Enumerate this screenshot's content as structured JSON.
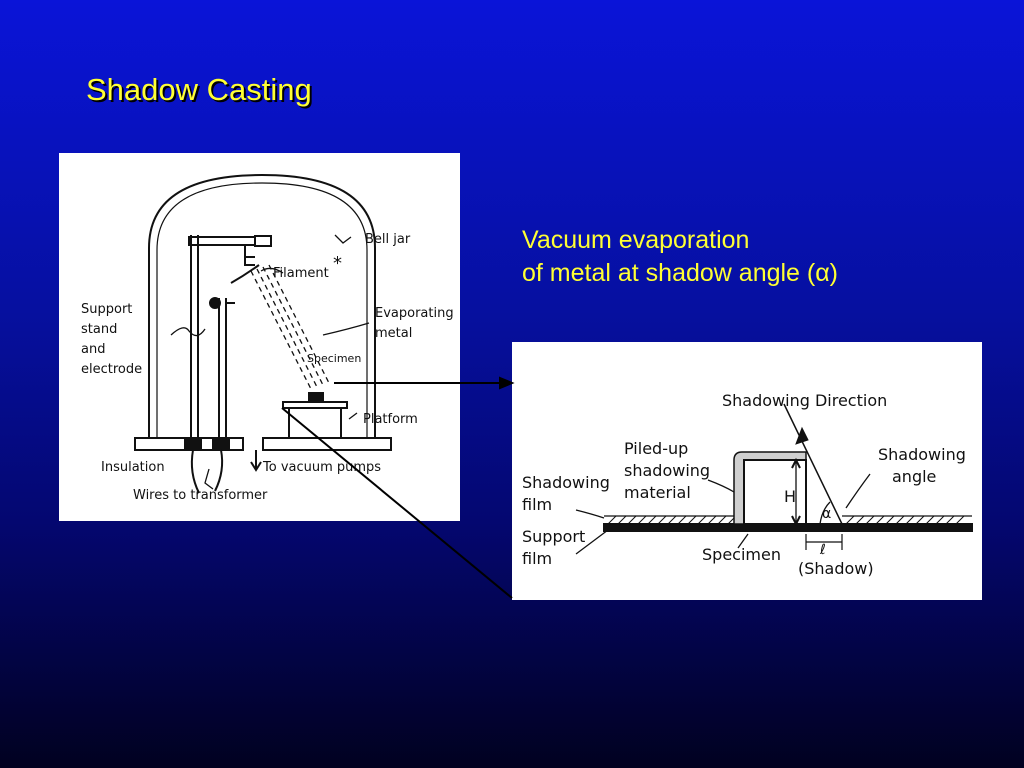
{
  "slide": {
    "title": "Shadow Casting",
    "caption_line1": "Vacuum evaporation",
    "caption_line2": "of metal at shadow angle (α)"
  },
  "bell_jar_diagram": {
    "bell_jar": "Bell jar",
    "filament": "Filament",
    "asterisk": "*",
    "support_line1": "Support",
    "support_line2": "stand",
    "support_line3": "and",
    "support_line4": "electrode",
    "evaporating_line1": "Evaporating",
    "evaporating_line2": "metal",
    "specimen": "Specimen",
    "platform": "Platform",
    "insulation": "Insulation",
    "vacuum": "To vacuum pumps",
    "wires": "Wires to transformer"
  },
  "shadow_diagram": {
    "direction": "Shadowing Direction",
    "piled_line1": "Piled-up",
    "piled_line2": "shadowing",
    "piled_line3": "material",
    "angle_line1": "Shadowing",
    "angle_line2": "angle",
    "film_line1": "Shadowing",
    "film_line2": "film",
    "support_line1": "Support",
    "support_line2": "film",
    "specimen": "Specimen",
    "height": "H",
    "alpha": "α",
    "length": "ℓ",
    "shadow": "(Shadow)"
  },
  "colors": {
    "title": "#ffff33",
    "panel": "#ffffff",
    "ink": "#111111"
  }
}
